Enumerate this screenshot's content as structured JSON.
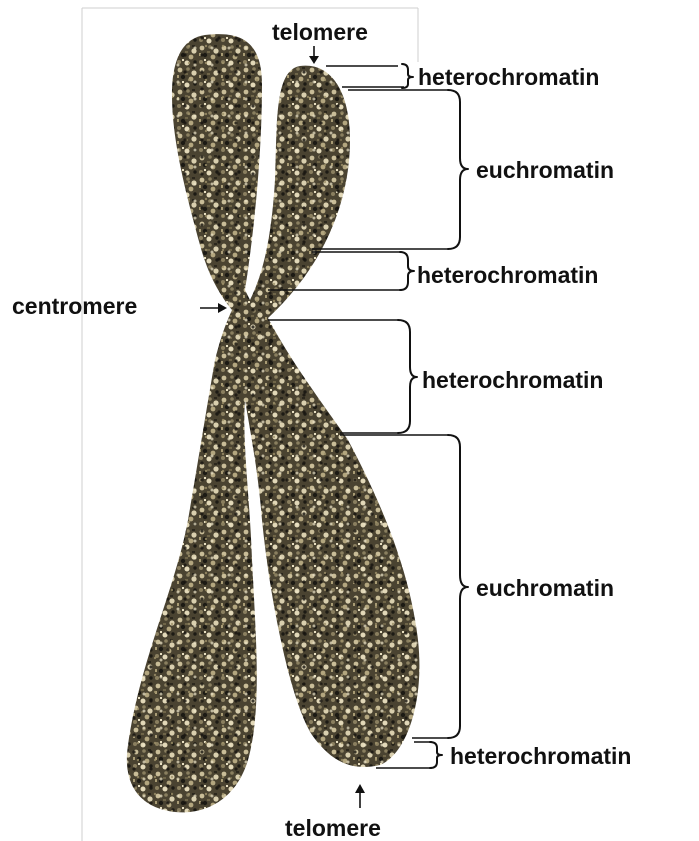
{
  "labels": {
    "telomere_top": "telomere",
    "telomere_bottom": "telomere",
    "centromere": "centromere",
    "heterochromatin_1": "heterochromatin",
    "euchromatin_1": "euchromatin",
    "heterochromatin_2": "heterochromatin",
    "heterochromatin_3": "heterochromatin",
    "euchromatin_2": "euchromatin",
    "heterochromatin_4": "heterochromatin"
  },
  "colors": {
    "chromatin_base": "#4a4331",
    "chromatin_light": "#c9bd98",
    "chromatin_mid": "#8a7f5f",
    "chromatin_dark": "#1c1a14",
    "frame": "#cfcfcf",
    "text": "#111111"
  }
}
